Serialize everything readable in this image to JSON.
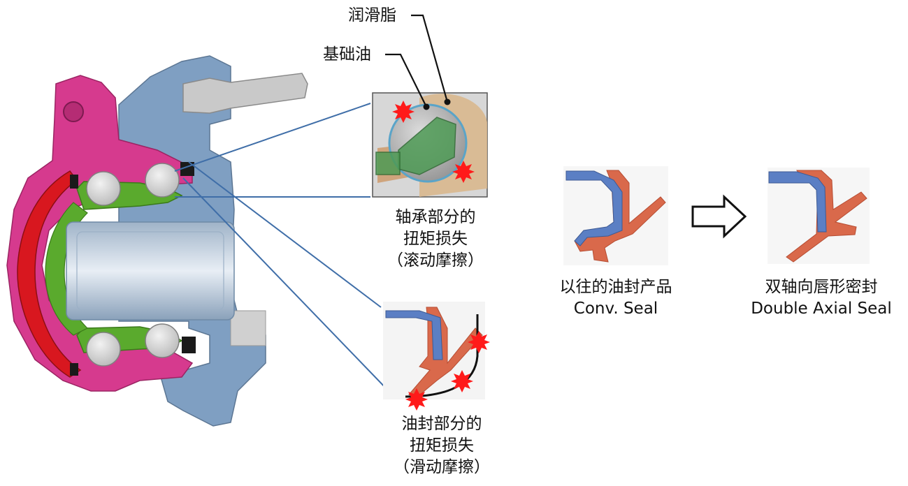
{
  "callouts": {
    "grease": "润滑脂",
    "base_oil": "基础油"
  },
  "bearing_label": {
    "line1": "轴承部分的",
    "line2": "扭矩损失",
    "line3": "（滚动摩擦）"
  },
  "seal_label": {
    "line1": "油封部分的",
    "line2": "扭矩损失",
    "line3": "（滑动摩擦）"
  },
  "conv_seal": {
    "cn": "以往的油封产品",
    "en": "Conv. Seal"
  },
  "new_seal": {
    "cn": "双轴向唇形密封",
    "en": "Double Axial Seal"
  },
  "colors": {
    "hub_magenta": "#d63a8e",
    "hub_red": "#d8171f",
    "inner_green": "#5aaa2d",
    "steel_blue": "#7f9fc2",
    "metal_blue": "#5b7fc4",
    "rubber_orange": "#d9694b",
    "leader_line": "#3f6ea8"
  }
}
